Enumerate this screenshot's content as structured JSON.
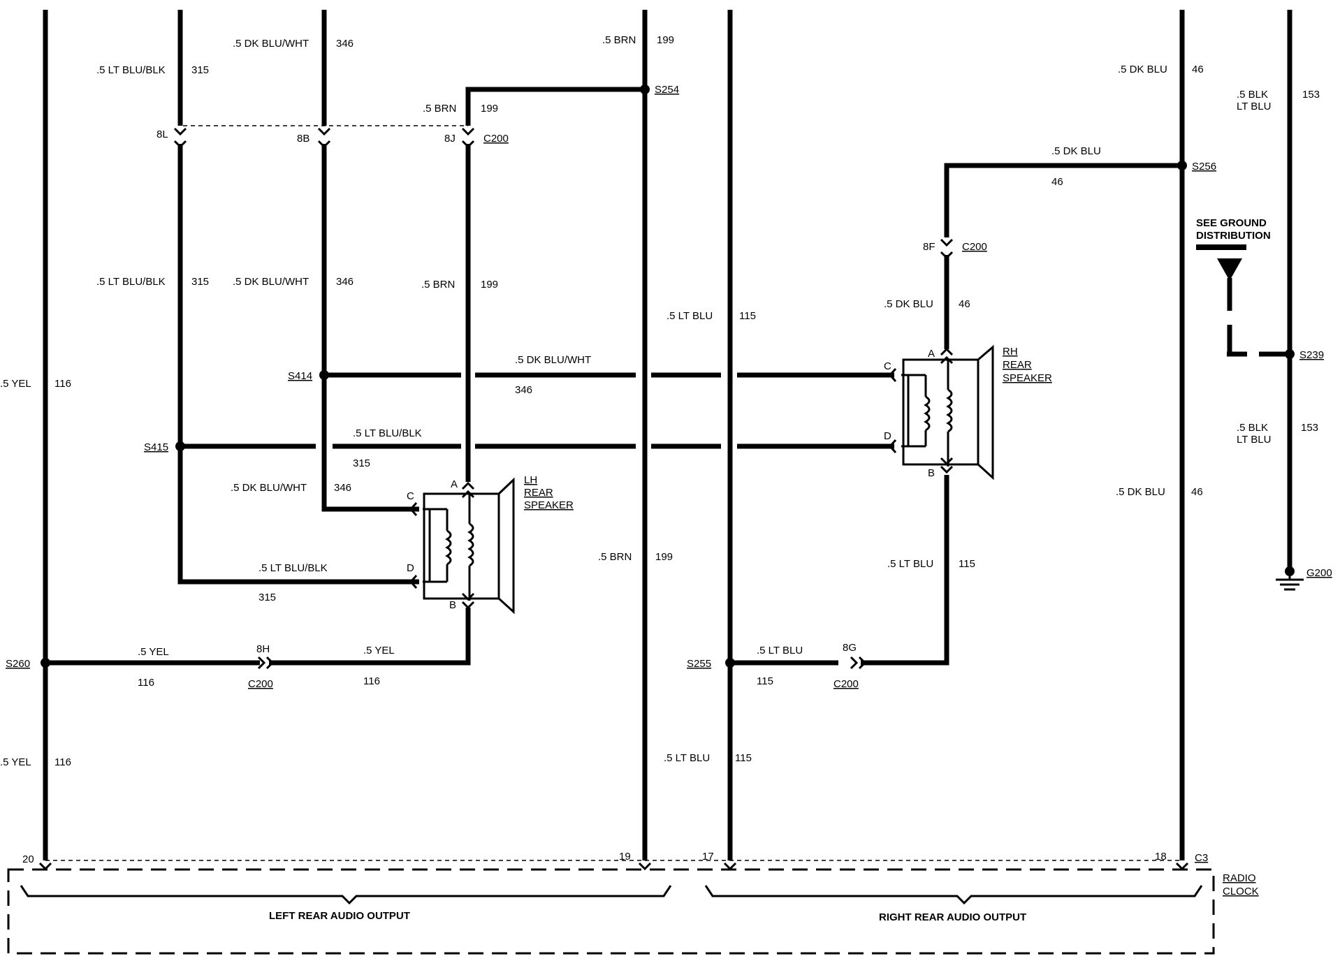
{
  "wire_labels": {
    "yel_upper": ".5 YEL",
    "yel_upper_num": "116",
    "yel_lower": ".5 YEL",
    "yel_lower_num": "116",
    "yel_h1": ".5 YEL",
    "yel_h1_num": "116",
    "yel_h2": ".5 YEL",
    "yel_h2_num": "116",
    "ltblublk_top": ".5 LT BLU/BLK",
    "ltblublk_top_num": "315",
    "ltblublk_mid": ".5 LT BLU/BLK",
    "ltblublk_mid_num": "315",
    "ltblublk_h1": ".5 LT BLU/BLK",
    "ltblublk_h1_num": "315",
    "ltblublk_h2": ".5 LT BLU/BLK",
    "ltblublk_h2_num": "315",
    "dkbluwht_top": ".5 DK BLU/WHT",
    "dkbluwht_top_num": "346",
    "dkbluwht_mid": ".5 DK BLU/WHT",
    "dkbluwht_mid_num": "346",
    "dkbluwht_h1": ".5 DK BLU/WHT",
    "dkbluwht_h1_num": "346",
    "dkbluwht_low": ".5 DK BLU/WHT",
    "dkbluwht_low_num": "346",
    "brn_top": ".5 BRN",
    "brn_top_num": "199",
    "brn_h": ".5 BRN",
    "brn_h_num": "199",
    "brn_mid": ".5 BRN",
    "brn_mid_num": "199",
    "brn_low": ".5 BRN",
    "brn_low_num": "199",
    "ltblu_upper": ".5 LT BLU",
    "ltblu_upper_num": "115",
    "ltblu_h": ".5 LT BLU",
    "ltblu_h_num": "115",
    "ltblu_rh": ".5 LT BLU",
    "ltblu_rh_num": "115",
    "ltblu_lower": ".5 LT BLU",
    "ltblu_lower_num": "115",
    "dkblu_top": ".5 DK BLU",
    "dkblu_top_num": "46",
    "dkblu_h": ".5 DK BLU",
    "dkblu_h_num": "46",
    "dkblu_mid": ".5 DK BLU",
    "dkblu_mid_num": "46",
    "dkblu_low": ".5 DK BLU",
    "dkblu_low_num": "46",
    "blkltblu_top_1": ".5 BLK",
    "blkltblu_top_2": "LT BLU",
    "blkltblu_top_num": "153",
    "blkltblu_low_1": ".5 BLK",
    "blkltblu_low_2": "LT BLU",
    "blkltblu_low_num": "153"
  },
  "splices": {
    "s254": "S254",
    "s256": "S256",
    "s414": "S414",
    "s415": "S415",
    "s239": "S239",
    "s260": "S260",
    "s255": "S255",
    "g200": "G200"
  },
  "connectors": {
    "c200_8j": "C200",
    "c200_8f": "C200",
    "c200_8h": "C200",
    "c200_8g": "C200",
    "c3": "C3",
    "pin_8l": "8L",
    "pin_8b": "8B",
    "pin_8j": "8J",
    "pin_8f": "8F",
    "pin_8h": "8H",
    "pin_8g": "8G",
    "pin_20": "20",
    "pin_19": "19",
    "pin_17": "17",
    "pin_18": "18"
  },
  "speakers": {
    "lh": {
      "line1": "LH",
      "line2": "REAR",
      "line3": "SPEAKER",
      "pin_a": "A",
      "pin_b": "B",
      "pin_c": "C",
      "pin_d": "D"
    },
    "rh": {
      "line1": "RH",
      "line2": "REAR",
      "line3": "SPEAKER",
      "pin_a": "A",
      "pin_b": "B",
      "pin_c": "C",
      "pin_d": "D"
    }
  },
  "ground_note": {
    "line1": "SEE GROUND",
    "line2": "DISTRIBUTION"
  },
  "radio": {
    "line1": "RADIO",
    "line2": "CLOCK",
    "left_output": "LEFT REAR AUDIO OUTPUT",
    "right_output": "RIGHT REAR AUDIO OUTPUT"
  }
}
